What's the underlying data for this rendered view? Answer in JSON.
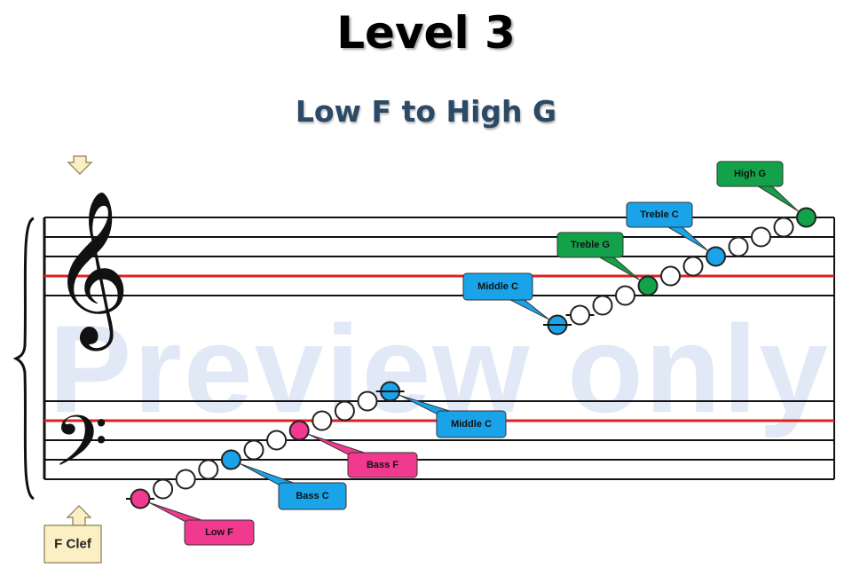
{
  "title": "Level 3",
  "subtitle": "Low F to High G",
  "watermark": "Preview only",
  "clefs": {
    "treble_glyph": "𝄞",
    "bass_glyph": "𝄢",
    "bottom_marker_label": "F Clef"
  },
  "colors": {
    "pink": "#f0398f",
    "blue": "#1aa3e8",
    "green": "#13a24a",
    "guide_line": "#e02020",
    "marker_fill": "#fbefc4"
  },
  "notes": [
    {
      "staff": "bass",
      "pos": -2,
      "color": "pink"
    },
    {
      "staff": "bass",
      "pos": -1,
      "color": "white"
    },
    {
      "staff": "bass",
      "pos": 0,
      "color": "white"
    },
    {
      "staff": "bass",
      "pos": 1,
      "color": "white"
    },
    {
      "staff": "bass",
      "pos": 2,
      "color": "blue"
    },
    {
      "staff": "bass",
      "pos": 3,
      "color": "white"
    },
    {
      "staff": "bass",
      "pos": 4,
      "color": "white"
    },
    {
      "staff": "bass",
      "pos": 5,
      "color": "pink"
    },
    {
      "staff": "bass",
      "pos": 6,
      "color": "white"
    },
    {
      "staff": "bass",
      "pos": 7,
      "color": "white"
    },
    {
      "staff": "bass",
      "pos": 8,
      "color": "white"
    },
    {
      "staff": "bass",
      "pos": 9,
      "color": "blue"
    },
    {
      "staff": "treble",
      "pos": -3,
      "color": "blue"
    },
    {
      "staff": "treble",
      "pos": -2,
      "color": "white"
    },
    {
      "staff": "treble",
      "pos": -1,
      "color": "white"
    },
    {
      "staff": "treble",
      "pos": 0,
      "color": "white"
    },
    {
      "staff": "treble",
      "pos": 1,
      "color": "green"
    },
    {
      "staff": "treble",
      "pos": 2,
      "color": "white"
    },
    {
      "staff": "treble",
      "pos": 3,
      "color": "white"
    },
    {
      "staff": "treble",
      "pos": 4,
      "color": "blue"
    },
    {
      "staff": "treble",
      "pos": 5,
      "color": "white"
    },
    {
      "staff": "treble",
      "pos": 6,
      "color": "white"
    },
    {
      "staff": "treble",
      "pos": 7,
      "color": "white"
    },
    {
      "staff": "treble",
      "pos": 8,
      "color": "green"
    }
  ],
  "callouts": [
    {
      "label": "Low F",
      "color": "pink",
      "note": 0
    },
    {
      "label": "Bass C",
      "color": "blue",
      "note": 4
    },
    {
      "label": "Bass F",
      "color": "pink",
      "note": 7
    },
    {
      "label": "Middle C",
      "color": "blue",
      "note": 11
    },
    {
      "label": "Middle C",
      "color": "blue",
      "note": 12
    },
    {
      "label": "Treble G",
      "color": "green",
      "note": 16
    },
    {
      "label": "Treble C",
      "color": "blue",
      "note": 19
    },
    {
      "label": "High G",
      "color": "green",
      "note": 23
    }
  ]
}
